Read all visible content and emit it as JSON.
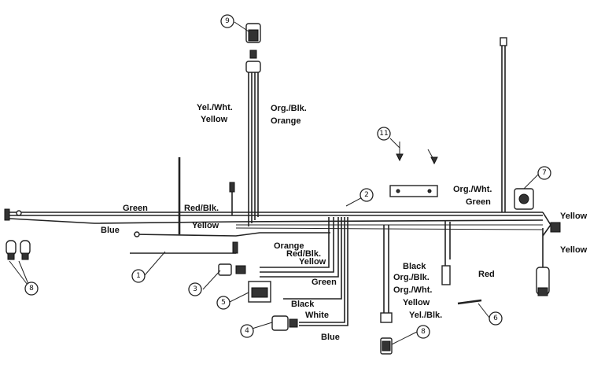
{
  "wire_labels": {
    "yel_wht_top": "Yel./Wht.",
    "yellow_top": "Yellow",
    "org_blk_top": "Org./Blk.",
    "orange_top": "Orange",
    "green_left": "Green",
    "red_blk_left": "Red/Blk.",
    "blue_left": "Blue",
    "yellow_mid": "Yellow",
    "orange_mid": "Orange",
    "red_blk_mid": "Red/Blk.",
    "yellow_mid2": "Yellow",
    "green_mid": "Green",
    "black_mid": "Black",
    "white_low": "White",
    "blue_low": "Blue",
    "org_wht_right": "Org./Wht.",
    "green_right": "Green",
    "yellow_right_top": "Yellow",
    "yellow_right_bot": "Yellow",
    "black_right": "Black",
    "red_right": "Red",
    "org_blk_right": "Org./Blk.",
    "org_wht_right2": "Org./Wht.",
    "yellow_right2": "Yellow",
    "yel_blk_right": "Yel./Blk."
  },
  "callouts": {
    "c1": "1",
    "c2": "2",
    "c3": "3",
    "c4": "4",
    "c5": "5",
    "c6": "6",
    "c7": "7",
    "c8": "8",
    "c9": "9",
    "c10": "8",
    "c11": "11"
  }
}
